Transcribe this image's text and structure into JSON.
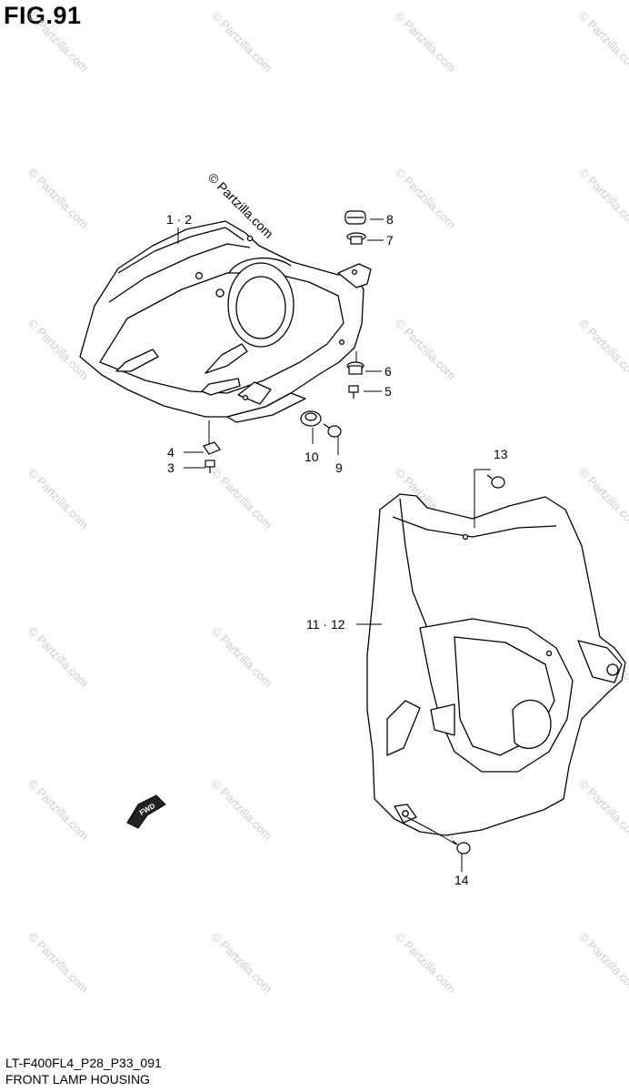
{
  "figure": {
    "title": "FIG.91",
    "model_code": "LT-F400FL4_P28_P33_091",
    "name": "FRONT LAMP HOUSING"
  },
  "watermark": {
    "text": "© Partzilla.com",
    "color": "#cfcfcf"
  },
  "fwd_marker": {
    "label": "FWD"
  },
  "callouts": [
    {
      "id": "c-1-2",
      "label": "1 · 2"
    },
    {
      "id": "c-8",
      "label": "8"
    },
    {
      "id": "c-7",
      "label": "7"
    },
    {
      "id": "c-6",
      "label": "6"
    },
    {
      "id": "c-5",
      "label": "5"
    },
    {
      "id": "c-4",
      "label": "4"
    },
    {
      "id": "c-3",
      "label": "3"
    },
    {
      "id": "c-10",
      "label": "10"
    },
    {
      "id": "c-9",
      "label": "9"
    },
    {
      "id": "c-13",
      "label": "13"
    },
    {
      "id": "c-11-12",
      "label": "11 · 12"
    },
    {
      "id": "c-14",
      "label": "14"
    }
  ]
}
